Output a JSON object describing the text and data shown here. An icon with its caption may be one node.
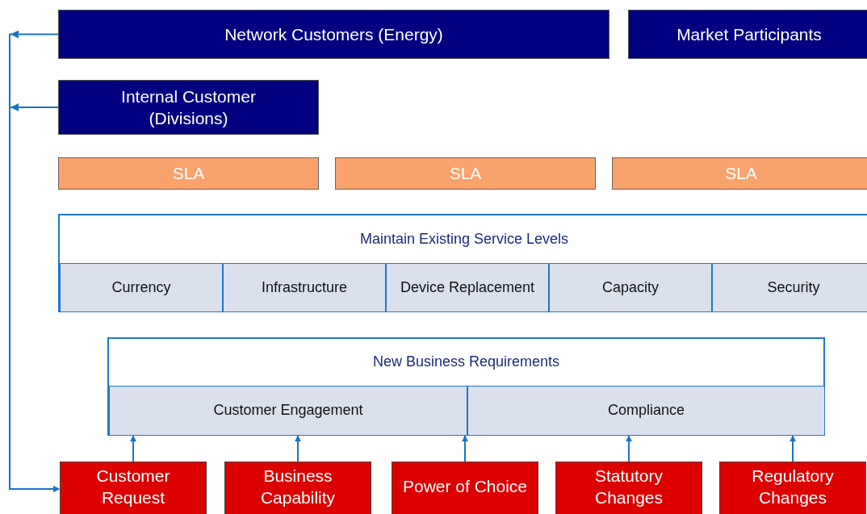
{
  "diagram": {
    "nodes": [
      {
        "text": [
          "Network Customers (Energy)"
        ]
      },
      {
        "text": [
          "Market Participants"
        ]
      },
      {
        "text": [
          "Internal Customer (Divisions)"
        ]
      },
      {
        "text": [
          "SLA"
        ]
      },
      {
        "text": [
          "SLA"
        ]
      },
      {
        "text": [
          "SLA"
        ]
      },
      {
        "text": [
          "Maintain Existing Service Levels"
        ]
      },
      {
        "text": [
          "Currency"
        ],
        "in": 6
      },
      {
        "text": [
          "Infrastructure"
        ],
        "in": 6
      },
      {
        "text": [
          "Device Replacement"
        ],
        "in": 6
      },
      {
        "text": [
          "Capacity"
        ],
        "in": 6
      },
      {
        "text": [
          "Security"
        ],
        "in": 6
      },
      {
        "text": [
          "New Business Requirements"
        ]
      },
      {
        "text": [
          "Customer Engagement"
        ],
        "in": 12
      },
      {
        "text": [
          "Compliance"
        ],
        "in": 12
      },
      {
        "text": [
          "Customer Request"
        ]
      },
      {
        "text": [
          "Business Capability"
        ]
      },
      {
        "text": [
          "Power of Choice"
        ]
      },
      {
        "text": [
          "Statutory Changes"
        ]
      },
      {
        "text": [
          "Regulatory Changes"
        ]
      }
    ],
    "edges": [
      {
        "from": 0,
        "to": 15,
        "arrow": "to"
      },
      {
        "from": 2,
        "to": 15,
        "arrow": "to"
      },
      {
        "from": 15,
        "to": 13,
        "arrow": "to"
      },
      {
        "from": 16,
        "to": 13,
        "arrow": "to"
      },
      {
        "from": 17,
        "to": 12,
        "arrow": "to"
      },
      {
        "from": 18,
        "to": 14,
        "arrow": "to"
      },
      {
        "from": 19,
        "to": 14,
        "arrow": "to"
      }
    ]
  }
}
